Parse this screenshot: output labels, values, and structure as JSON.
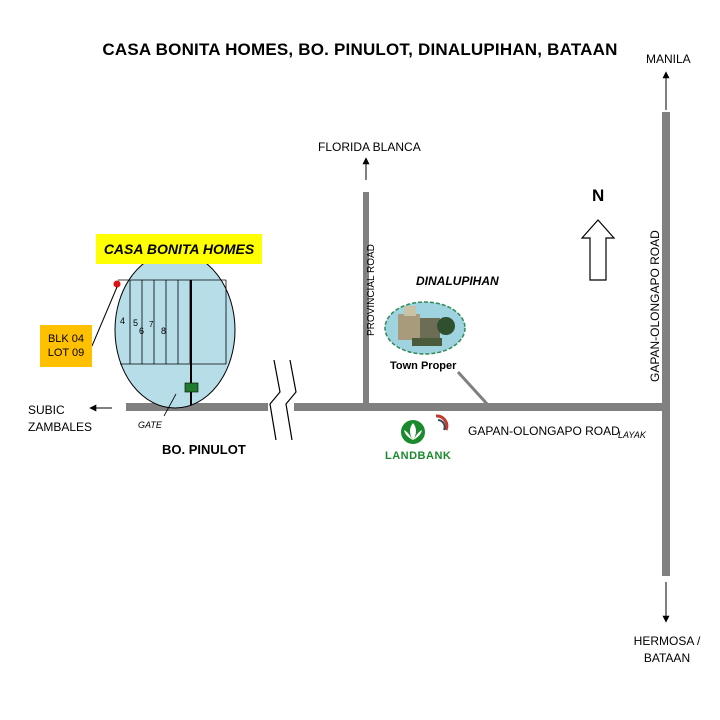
{
  "title": "CASA BONITA HOMES, BO. PINULOT, DINALUPIHAN, BATAAN",
  "destinations": {
    "manila": "MANILA",
    "florida_blanca": "FLORIDA BLANCA",
    "subic_line1": "SUBIC",
    "subic_line2": "ZAMBALES",
    "hermosa_line1": "HERMOSA /",
    "hermosa_line2": "BATAAN"
  },
  "roads": {
    "gapan_vertical": "GAPAN-OLONGAPO ROAD",
    "provincial": "PROVINCIAL ROAD",
    "gapan_horizontal": "GAPAN-OLONGAPO ROAD"
  },
  "places": {
    "subdivision": "CASA BONITA HOMES",
    "town": "DINALUPIHAN",
    "town_property": "Town Proper",
    "barangay": "BO. PINULOT",
    "layak": "LAYAK",
    "gate": "GATE",
    "landbank": "LANDBANK"
  },
  "lot": {
    "block": "BLK 04",
    "lot": "LOT 09"
  },
  "lot_numbers": [
    "4",
    "5",
    "6",
    "7",
    "8"
  ],
  "north": "N",
  "colors": {
    "road": "#808080",
    "ellipse_fill": "#b7dde8",
    "highlight_yellow": "#ffff00",
    "lot_label_orange": "#ffc000",
    "gate_green": "#1f7a2e",
    "pin_red": "#e01010"
  }
}
